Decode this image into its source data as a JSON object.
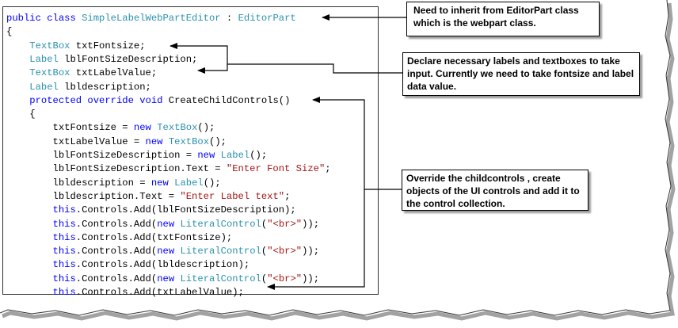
{
  "code_lines": [
    [
      {
        "t": "public class ",
        "c": "kw"
      },
      {
        "t": "SimpleLabelWebPartEditor",
        "c": "ty"
      },
      {
        "t": " : ",
        "c": ""
      },
      {
        "t": "EditorPart",
        "c": "ty"
      }
    ],
    [
      {
        "t": "{",
        "c": ""
      }
    ],
    [
      {
        "t": "    ",
        "c": ""
      },
      {
        "t": "TextBox",
        "c": "ty"
      },
      {
        "t": " txtFontsize;",
        "c": ""
      }
    ],
    [
      {
        "t": "    ",
        "c": ""
      },
      {
        "t": "Label",
        "c": "ty"
      },
      {
        "t": " lblFontSizeDescription;",
        "c": ""
      }
    ],
    [
      {
        "t": "    ",
        "c": ""
      },
      {
        "t": "TextBox",
        "c": "ty"
      },
      {
        "t": " txtLabelValue;",
        "c": ""
      }
    ],
    [
      {
        "t": "    ",
        "c": ""
      },
      {
        "t": "Label",
        "c": "ty"
      },
      {
        "t": " lbldescription;",
        "c": ""
      }
    ],
    [
      {
        "t": "    ",
        "c": ""
      },
      {
        "t": "protected override void",
        "c": "kw"
      },
      {
        "t": " CreateChildControls()",
        "c": ""
      }
    ],
    [
      {
        "t": "    {",
        "c": ""
      }
    ],
    [
      {
        "t": "        txtFontsize = ",
        "c": ""
      },
      {
        "t": "new",
        "c": "kw"
      },
      {
        "t": " ",
        "c": ""
      },
      {
        "t": "TextBox",
        "c": "ty"
      },
      {
        "t": "();",
        "c": ""
      }
    ],
    [
      {
        "t": "        txtLabelValue = ",
        "c": ""
      },
      {
        "t": "new",
        "c": "kw"
      },
      {
        "t": " ",
        "c": ""
      },
      {
        "t": "TextBox",
        "c": "ty"
      },
      {
        "t": "();",
        "c": ""
      }
    ],
    [
      {
        "t": "        lblFontSizeDescription = ",
        "c": ""
      },
      {
        "t": "new",
        "c": "kw"
      },
      {
        "t": " ",
        "c": ""
      },
      {
        "t": "Label",
        "c": "ty"
      },
      {
        "t": "();",
        "c": ""
      }
    ],
    [
      {
        "t": "        lblFontSizeDescription.Text = ",
        "c": ""
      },
      {
        "t": "\"Enter Font Size\"",
        "c": "st"
      },
      {
        "t": ";",
        "c": ""
      }
    ],
    [
      {
        "t": "        lbldescription = ",
        "c": ""
      },
      {
        "t": "new",
        "c": "kw"
      },
      {
        "t": " ",
        "c": ""
      },
      {
        "t": "Label",
        "c": "ty"
      },
      {
        "t": "();",
        "c": ""
      }
    ],
    [
      {
        "t": "        lbldescription.Text = ",
        "c": ""
      },
      {
        "t": "\"Enter Label text\"",
        "c": "st"
      },
      {
        "t": ";",
        "c": ""
      }
    ],
    [
      {
        "t": "        ",
        "c": ""
      },
      {
        "t": "this",
        "c": "kw"
      },
      {
        "t": ".Controls.Add(lblFontSizeDescription);",
        "c": ""
      }
    ],
    [
      {
        "t": "        ",
        "c": ""
      },
      {
        "t": "this",
        "c": "kw"
      },
      {
        "t": ".Controls.Add(",
        "c": ""
      },
      {
        "t": "new",
        "c": "kw"
      },
      {
        "t": " ",
        "c": ""
      },
      {
        "t": "LiteralControl",
        "c": "ty"
      },
      {
        "t": "(",
        "c": ""
      },
      {
        "t": "\"<br>\"",
        "c": "st"
      },
      {
        "t": "));",
        "c": ""
      }
    ],
    [
      {
        "t": "        ",
        "c": ""
      },
      {
        "t": "this",
        "c": "kw"
      },
      {
        "t": ".Controls.Add(txtFontsize);",
        "c": ""
      }
    ],
    [
      {
        "t": "        ",
        "c": ""
      },
      {
        "t": "this",
        "c": "kw"
      },
      {
        "t": ".Controls.Add(",
        "c": ""
      },
      {
        "t": "new",
        "c": "kw"
      },
      {
        "t": " ",
        "c": ""
      },
      {
        "t": "LiteralControl",
        "c": "ty"
      },
      {
        "t": "(",
        "c": ""
      },
      {
        "t": "\"<br>\"",
        "c": "st"
      },
      {
        "t": "));",
        "c": ""
      }
    ],
    [
      {
        "t": "        ",
        "c": ""
      },
      {
        "t": "this",
        "c": "kw"
      },
      {
        "t": ".Controls.Add(lbldescription);",
        "c": ""
      }
    ],
    [
      {
        "t": "        ",
        "c": ""
      },
      {
        "t": "this",
        "c": "kw"
      },
      {
        "t": ".Controls.Add(",
        "c": ""
      },
      {
        "t": "new",
        "c": "kw"
      },
      {
        "t": " ",
        "c": ""
      },
      {
        "t": "LiteralControl",
        "c": "ty"
      },
      {
        "t": "(",
        "c": ""
      },
      {
        "t": "\"<br>\"",
        "c": "st"
      },
      {
        "t": "));",
        "c": ""
      }
    ],
    [
      {
        "t": "        ",
        "c": ""
      },
      {
        "t": "this",
        "c": "kw"
      },
      {
        "t": ".Controls.Add(txtLabelValue);",
        "c": ""
      }
    ]
  ],
  "callouts": {
    "inherit": "Need to inherit from EditorPart class which is the webpart class.",
    "declare": "Declare necessary labels and textboxes to take input. Currently we need to take fontsize and label data value.",
    "override": "Override the childcontrols , create objects of the UI controls and add it to the control collection."
  },
  "colors": {
    "keyword": "#0000ff",
    "type": "#2b91af",
    "string": "#a31515",
    "plain": "#000000"
  }
}
